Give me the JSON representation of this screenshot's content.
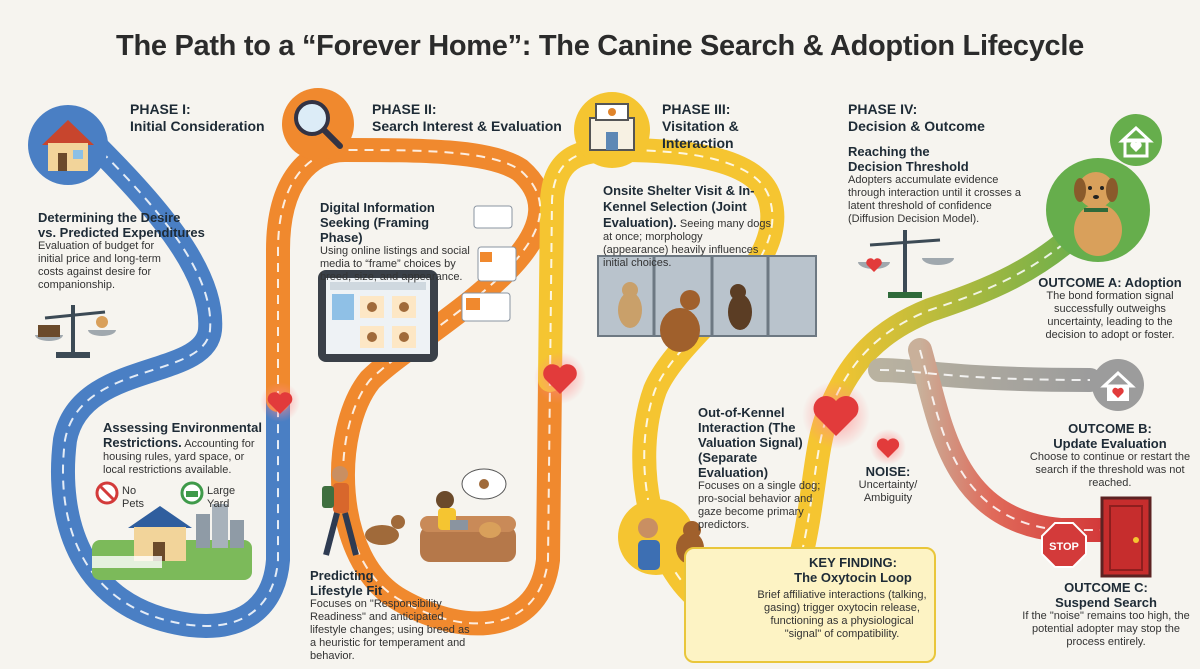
{
  "title": "The Path to a “Forever Home”: The Canine Search & Adoption Lifecycle",
  "phase1": {
    "label": "PHASE I:",
    "name": "Initial Consideration",
    "step1_title_a": "Determining the Desire",
    "step1_title_b": "vs. Predicted Expenditures",
    "step1_body": "Evaluation of budget for initial price and long-term costs against desire for companionship.",
    "step2_title_a": "Assessing Environmental",
    "step2_title_b": "Restrictions.",
    "step2_body": "Accounting for housing rules, yard space, or local restrictions available.",
    "no_pets": "No Pets",
    "large_yard": "Large Yard"
  },
  "phase2": {
    "label": "PHASE II:",
    "name": "Search Interest & Evaluation",
    "step1_title": "Digital Information Seeking (Framing Phase)",
    "step1_body": "Using online listings and social media to “frame” choices by breed, size, and appearance.",
    "step2_title_a": "Predicting",
    "step2_title_b": "Lifestyle Fit",
    "step2_body": "Focuses on \"Responsibility Readiness\" and anticipated lifestyle changes; using breed as a heuristic for temperament and behavior."
  },
  "phase3": {
    "label": "PHASE III:",
    "name": "Visitation & Interaction",
    "step1_title": "Onsite Shelter Visit & In-Kennel Selection (Joint Evaluation).",
    "step1_body": "Seeing many dogs at once; morphology (appearance) heavily influences initial choices.",
    "step2_title": "Out-of-Kennel Interaction (The Valuation Signal) (Separate Evaluation)",
    "step2_body": "Focuses on a single dog; pro-social behavior and gaze become primary predictors."
  },
  "key_finding": {
    "label": "KEY FINDING:",
    "title": "The Oxytocin Loop",
    "body": "Brief affiliative interactions (talking, gasing) trigger oxytocin release, functioning as a physiological \"signal\" of compatibility."
  },
  "phase4": {
    "label": "PHASE IV:",
    "name": "Decision & Outcome",
    "threshold_title_a": "Reaching the",
    "threshold_title_b": "Decision Threshold",
    "threshold_body": "Adopters accumulate evidence through interaction until it crosses a latent threshold of confidence (Diffusion Decision Model).",
    "noise_title": "NOISE:",
    "noise_body": "Uncertainty/ Ambiguity"
  },
  "outcomes": {
    "a_title": "OUTCOME A: Adoption",
    "a_body": "The bond formation signal successfully outweighs uncertainty, leading to the decision to adopt or foster.",
    "b_label": "OUTCOME B:",
    "b_title": "Update Evaluation",
    "b_body": "Choose to continue or restart the search if the threshold was not reached.",
    "c_label": "OUTCOME C:",
    "c_title": "Suspend Search",
    "c_body": "If the \"noise\" remains too high, the potential adopter may stop the process entirely.",
    "stop_sign": "STOP"
  },
  "icons": [
    "house-icon",
    "magnifier-icon",
    "shelter-icon",
    "home-heart-icon",
    "heart-icon",
    "scale-icon",
    "tablet-icon",
    "kennel-icon",
    "dog-icon",
    "stop-sign-icon",
    "door-icon",
    "brain-icon"
  ],
  "colors": {
    "phase1": "#4a7fc4",
    "phase2": "#f0892e",
    "phase3": "#f5c531",
    "phase4": "#66ae4c",
    "update": "#9c9c9c",
    "stop": "#d33a3a",
    "heart": "#e23b3b"
  }
}
